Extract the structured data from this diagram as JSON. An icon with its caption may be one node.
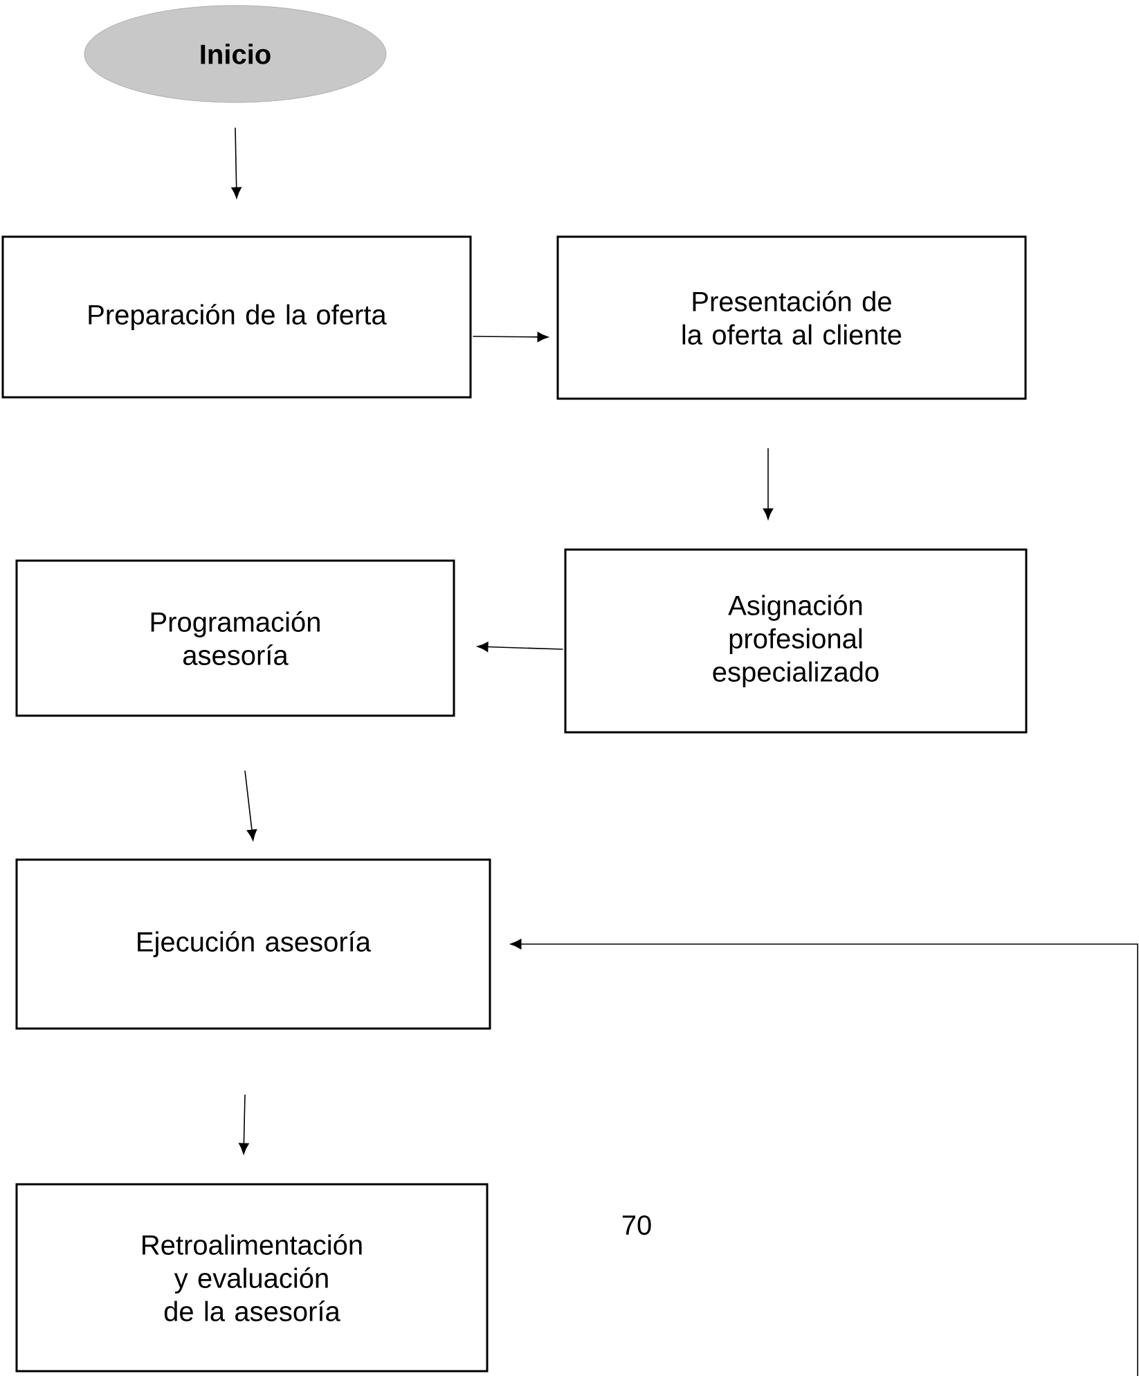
{
  "diagram": {
    "nodes": [
      {
        "text": [
          "Inicio"
        ]
      },
      {
        "text": [
          "Preparación de la oferta"
        ]
      },
      {
        "text": [
          "Presentación de la oferta al cliente"
        ]
      },
      {
        "text": [
          "Asignación profesional especializado"
        ]
      },
      {
        "text": [
          "Programación asesoría"
        ]
      },
      {
        "text": [
          "Ejecución asesoría"
        ]
      },
      {
        "text": [
          "Retroalimentación y evaluación de la asesoría"
        ]
      }
    ],
    "edges": [
      {
        "from": 0,
        "to": 1,
        "arrow": "to"
      },
      {
        "from": 1,
        "to": 2,
        "arrow": "to"
      },
      {
        "from": 2,
        "to": 3,
        "arrow": "to"
      },
      {
        "from": 3,
        "to": 4,
        "arrow": "to"
      },
      {
        "from": 4,
        "to": 5,
        "arrow": "to"
      },
      {
        "from": 5,
        "to": 6,
        "arrow": "to"
      },
      {
        "from": null,
        "to": 5,
        "arrow": "to"
      }
    ],
    "labels": [
      "70"
    ]
  }
}
